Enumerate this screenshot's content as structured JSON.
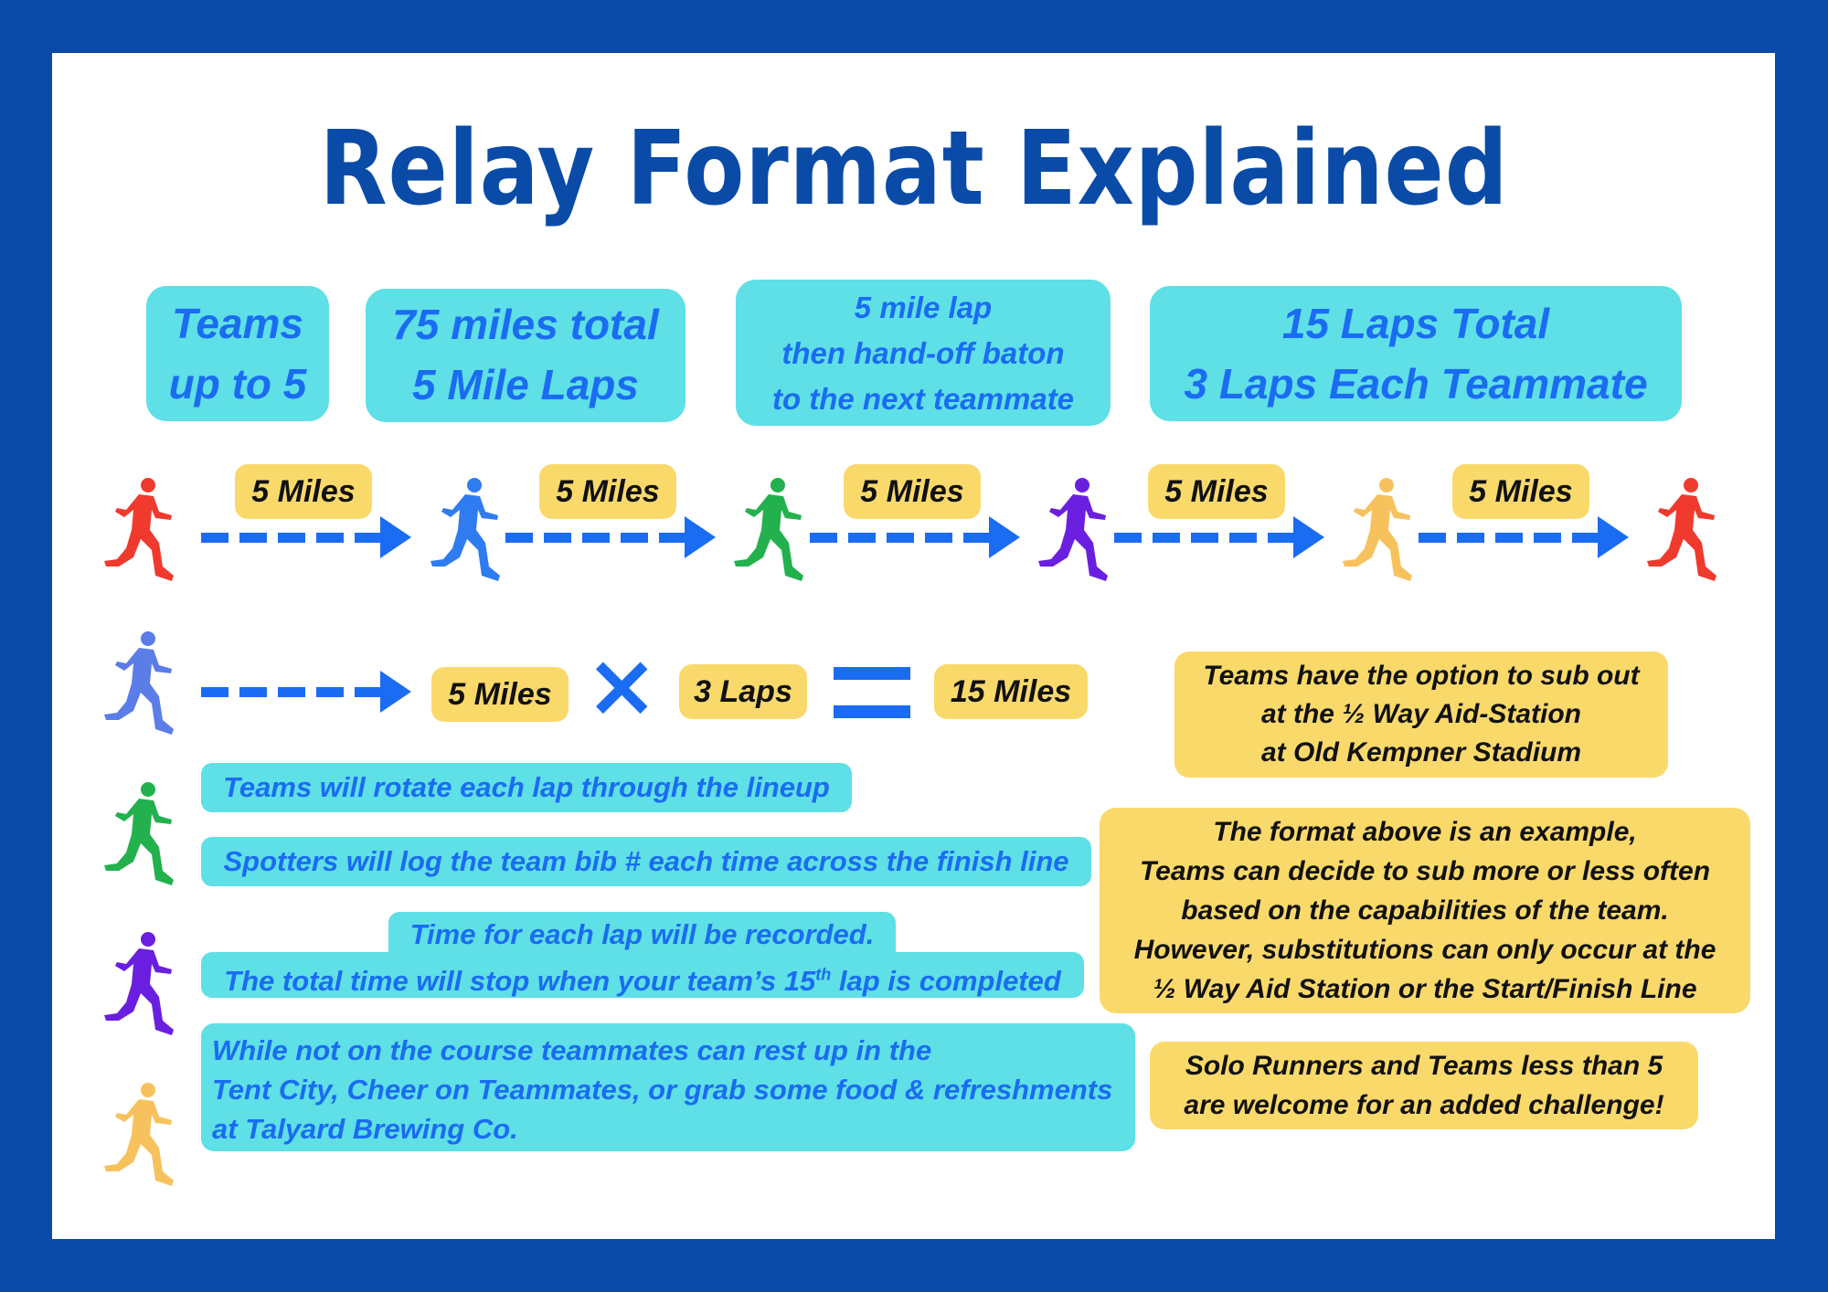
{
  "title": "Relay Format Explained",
  "colors": {
    "border": "#0a4ba8",
    "cyan": "#5fdfe6",
    "yellow": "#fad96b",
    "blue_text": "#1a6cf2",
    "arrow": "#1a6cf2"
  },
  "top_boxes": [
    {
      "lines": [
        "Teams",
        "up to 5"
      ]
    },
    {
      "lines": [
        "75 miles total",
        "5 Mile Laps"
      ]
    },
    {
      "lines": [
        "5 mile lap",
        "then hand-off baton",
        "to the next teammate"
      ]
    },
    {
      "lines": [
        "15 Laps Total",
        "3 Laps Each Teammate"
      ]
    }
  ],
  "relay_row": {
    "segment_label": "5 Miles",
    "runner_colors": [
      "#f03a2e",
      "#2f7bf0",
      "#22b14c",
      "#6a1fe0",
      "#f7c25d",
      "#f03a2e"
    ]
  },
  "equation": {
    "runner_color": "#5b7de8",
    "term1": "5 Miles",
    "operator": "×",
    "term2": "3 Laps",
    "result": "15 Miles"
  },
  "left_notes": [
    {
      "runner_color": "#22b14c",
      "lines": [
        "Teams will rotate each lap through the lineup"
      ]
    },
    {
      "lines": [
        "Spotters will log the team bib # each time across the finish line"
      ]
    },
    {
      "runner_color": "#6a1fe0",
      "line1": "Time for each lap will be recorded.",
      "line2_pre": "The total time will stop when your team’s 15",
      "line2_sup": "th",
      "line2_post": " lap is completed"
    },
    {
      "runner_color": "#f7c25d",
      "lines": [
        "While not on the course teammates can rest up in the",
        "Tent City, Cheer on Teammates, or grab some food & refreshments",
        "at Talyard Brewing Co."
      ]
    }
  ],
  "right_notes": [
    {
      "lines": [
        "Teams have the option to sub out",
        "at the ½ Way Aid-Station",
        "at Old Kempner Stadium"
      ]
    },
    {
      "lines": [
        "The format above is an example,",
        "Teams can decide to sub more or less often",
        "based on the capabilities of the team.",
        "However, substitutions can only occur at the",
        "½ Way Aid Station or the Start/Finish Line"
      ]
    },
    {
      "lines": [
        "Solo Runners and Teams less than 5",
        "are welcome for an added challenge!"
      ]
    }
  ]
}
